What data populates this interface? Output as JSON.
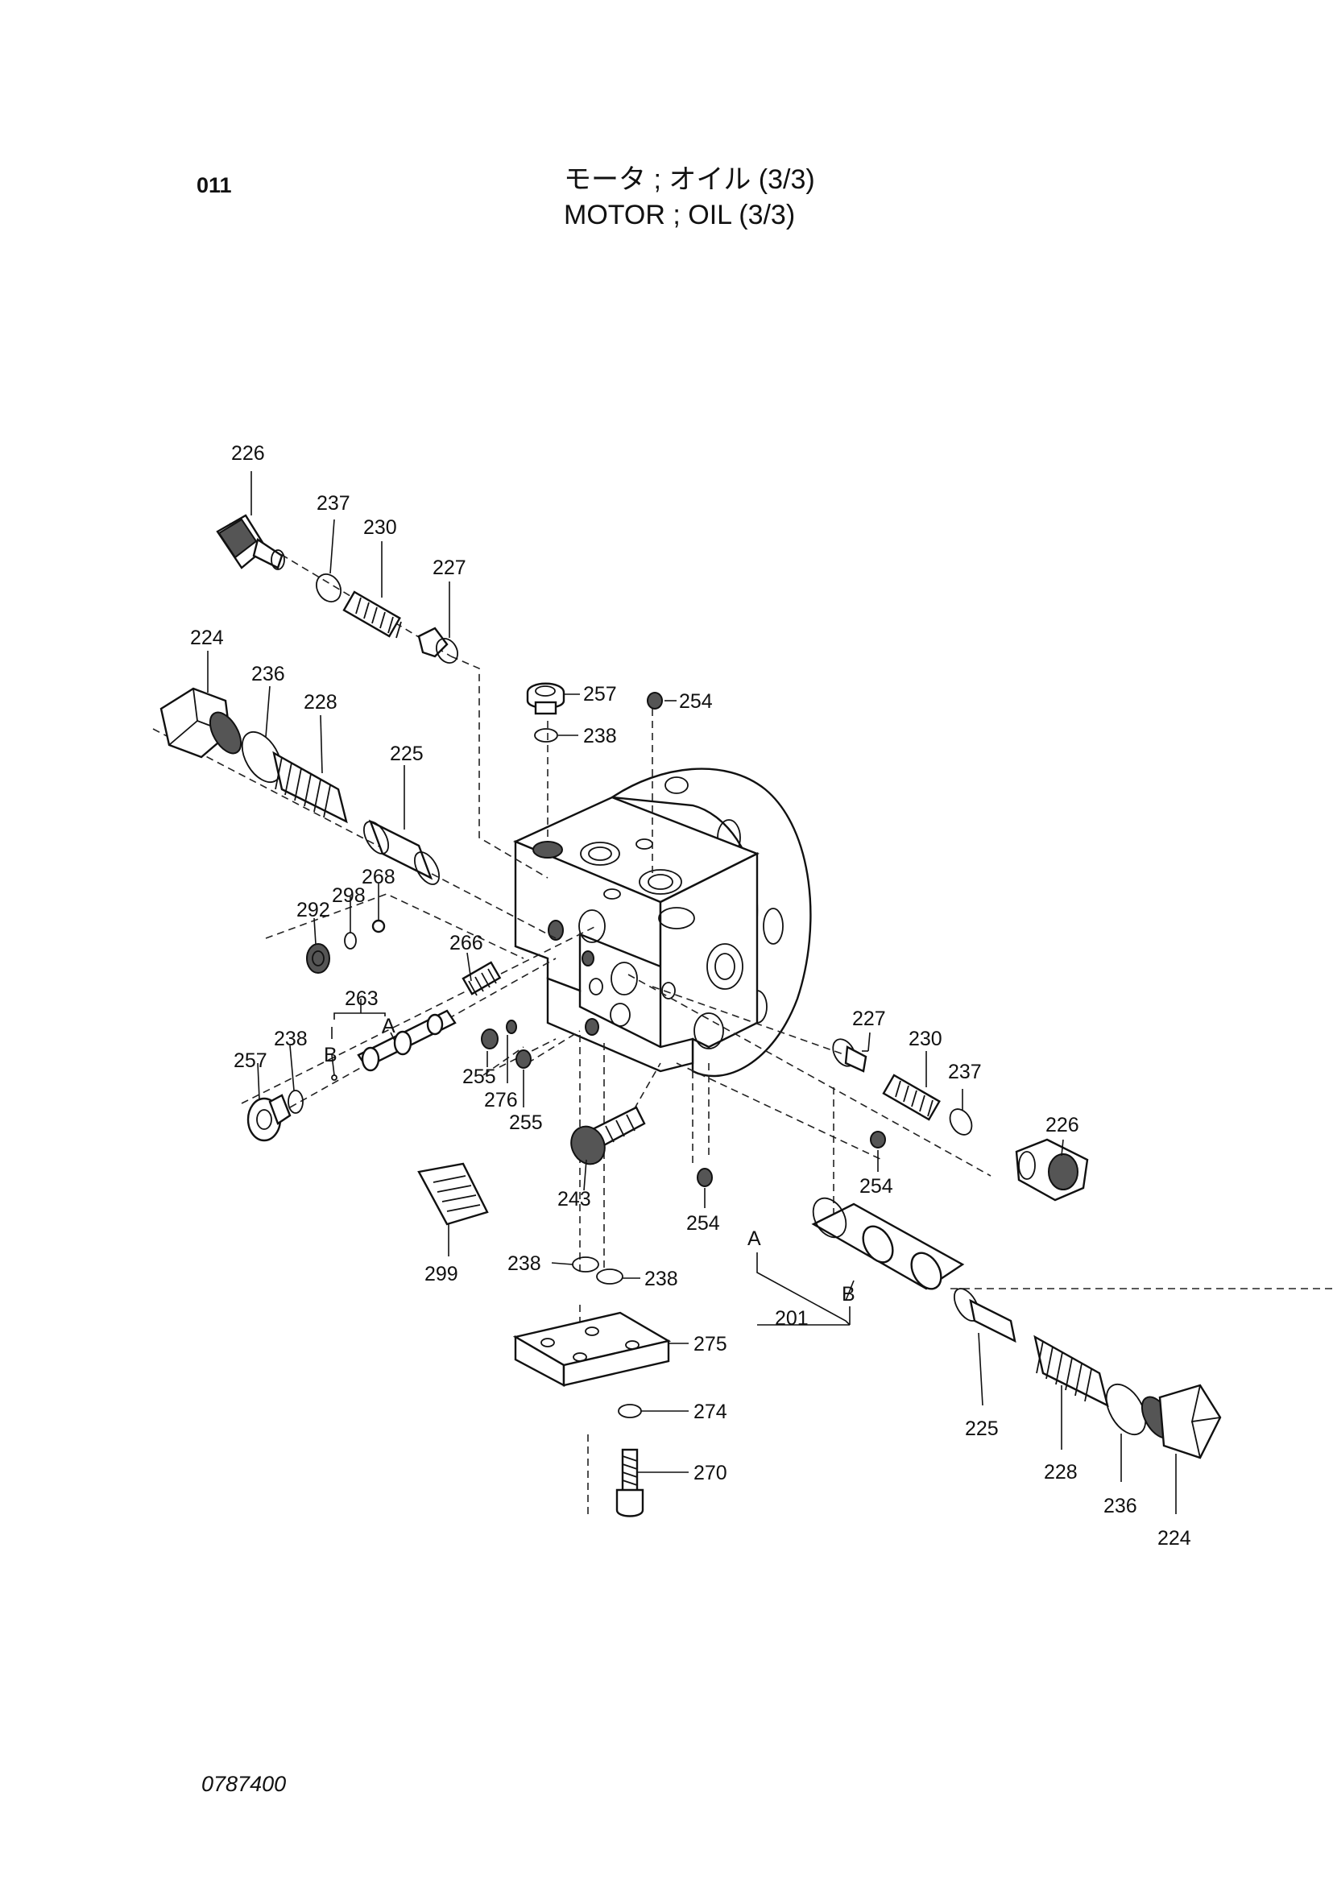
{
  "header": {
    "page_number": "011",
    "title_jp": "モータ ; オイル (3/3)",
    "title_en": "MOTOR ; OIL (3/3)"
  },
  "footer": {
    "document_code": "0787400"
  },
  "callouts": {
    "c201": "201",
    "c224a": "224",
    "c224b": "224",
    "c225a": "225",
    "c225b": "225",
    "c226a": "226",
    "c226b": "226",
    "c227a": "227",
    "c227b": "227",
    "c228a": "228",
    "c228b": "228",
    "c230a": "230",
    "c230b": "230",
    "c236a": "236",
    "c236b": "236",
    "c237a": "237",
    "c237b": "237",
    "c238a": "238",
    "c238b": "238",
    "c238c": "238",
    "c238d": "238",
    "c243": "243",
    "c254a": "254",
    "c254b": "254",
    "c254c": "254",
    "c255a": "255",
    "c255b": "255",
    "c257a": "257",
    "c257b": "257",
    "c263": "263",
    "c266": "266",
    "c268": "268",
    "c270": "270",
    "c274": "274",
    "c275": "275",
    "c276": "276",
    "c292": "292",
    "c298": "298",
    "c299": "299",
    "markA1": "A",
    "markB1": "B",
    "markA2": "A",
    "markB2": "B"
  }
}
